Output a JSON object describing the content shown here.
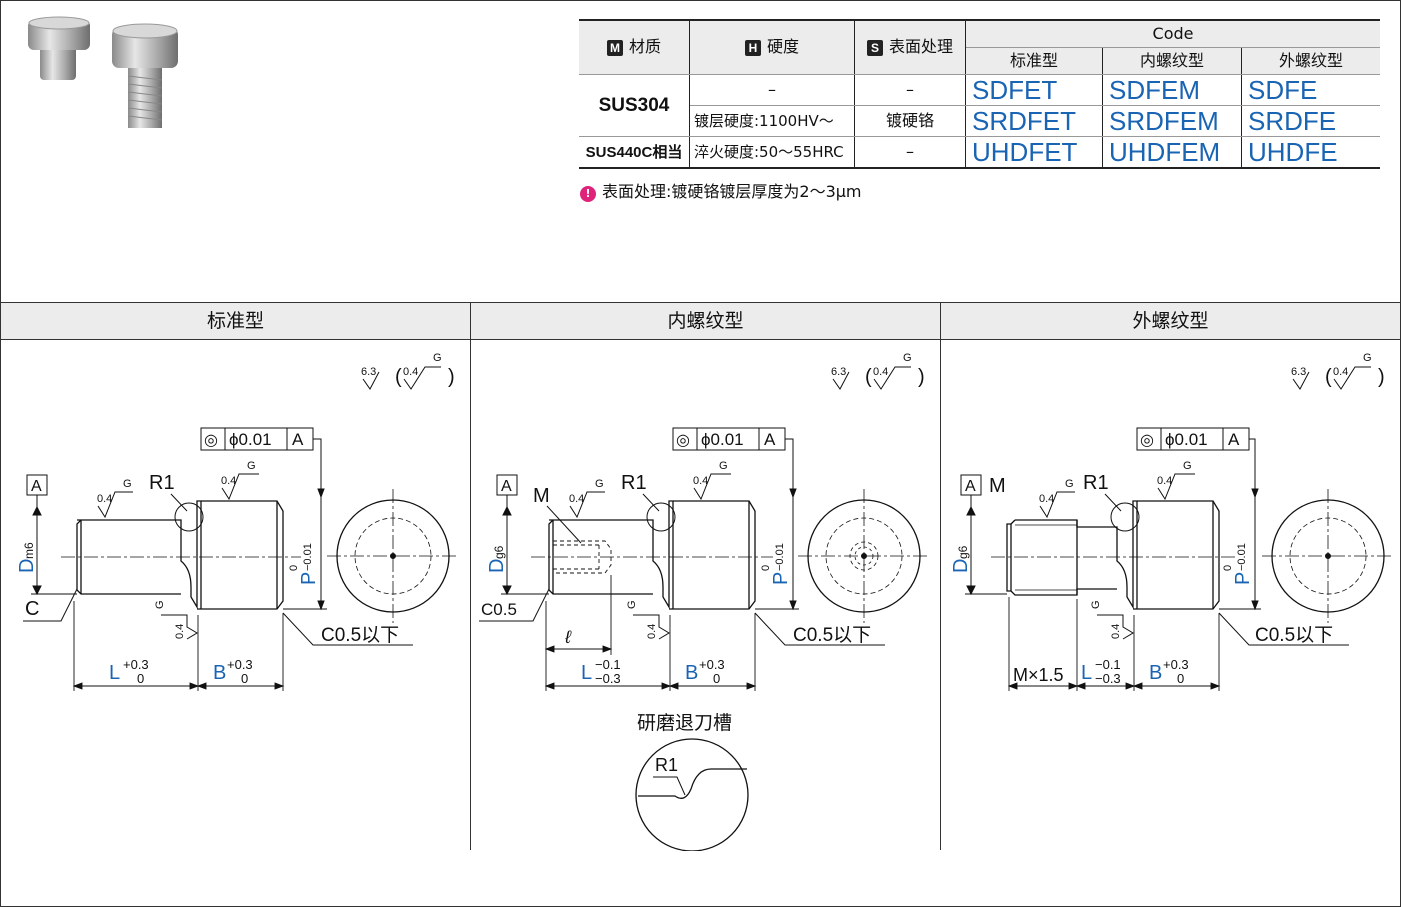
{
  "table": {
    "headers": {
      "material_tag": "M",
      "material": "材质",
      "hardness_tag": "H",
      "hardness": "硬度",
      "surface_tag": "S",
      "surface": "表面处理",
      "code": "Code",
      "types": [
        "标准型",
        "内螺纹型",
        "外螺纹型"
      ]
    },
    "rows": [
      {
        "material": "SUS304",
        "hardness": "–",
        "surface": "–",
        "codes": [
          "SDFET",
          "SDFEM",
          "SDFE"
        ]
      },
      {
        "material": "",
        "hardness": "镀层硬度:1100HV～",
        "surface": "镀硬铬",
        "codes": [
          "SRDFET",
          "SRDFEM",
          "SRDFE"
        ]
      },
      {
        "material": "SUS440C相当",
        "hardness": "淬火硬度:50～55HRC",
        "surface": "–",
        "codes": [
          "UHDFET",
          "UHDFEM",
          "UHDFE"
        ]
      }
    ]
  },
  "note": {
    "icon": "!",
    "text": "表面处理:镀硬铬镀层厚度为2～3μm"
  },
  "sections": {
    "standard": "标准型",
    "internal": "内螺纹型",
    "external": "外螺纹型"
  },
  "drawing": {
    "roughness_main": "6.3",
    "roughness_fine": "0.4",
    "roughness_grade": "G",
    "coaxiality_symbol": "◎",
    "coaxiality_value": "ϕ0.01",
    "datum": "A",
    "radius": "R1",
    "chamfer_note": "C0.5以下",
    "chamfer_c": "C",
    "chamfer_c05": "C0.5",
    "dim_D": "D",
    "dim_D_std_tol": "m6",
    "dim_D_tol": "g6",
    "dim_P": "P",
    "dim_P_tol_up": "0",
    "dim_P_tol_low": "−0.01",
    "dim_L": "L",
    "dim_L_std_up": "+0.3",
    "dim_L_std_low": "0",
    "dim_L_up": "−0.1",
    "dim_L_low": "−0.3",
    "dim_B": "B",
    "dim_B_up": "+0.3",
    "dim_B_low": "0",
    "thread_M": "M",
    "thread_l": "ℓ",
    "thread_pitch": "M×1.5",
    "groove_title": "研磨退刀槽",
    "paren_open": "(",
    "paren_close": ")"
  },
  "colors": {
    "accent_blue": "#1a64b4",
    "header_gray": "#ececec",
    "note_pink": "#e0237a"
  }
}
